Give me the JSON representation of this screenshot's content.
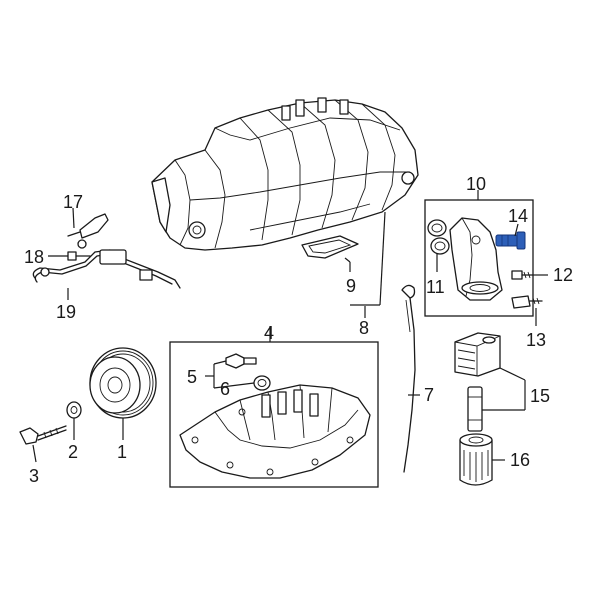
{
  "callouts": {
    "c1": "1",
    "c2": "2",
    "c3": "3",
    "c4": "4",
    "c5": "5",
    "c6": "6",
    "c7": "7",
    "c8": "8",
    "c9": "9",
    "c10": "10",
    "c11": "11",
    "c12": "12",
    "c13": "13",
    "c14": "14",
    "c15": "15",
    "c16": "16",
    "c17": "17",
    "c18": "18",
    "c19": "19"
  },
  "colors": {
    "highlight_part": "#2d5fb8",
    "line": "#1a1a1a",
    "background": "#ffffff"
  }
}
